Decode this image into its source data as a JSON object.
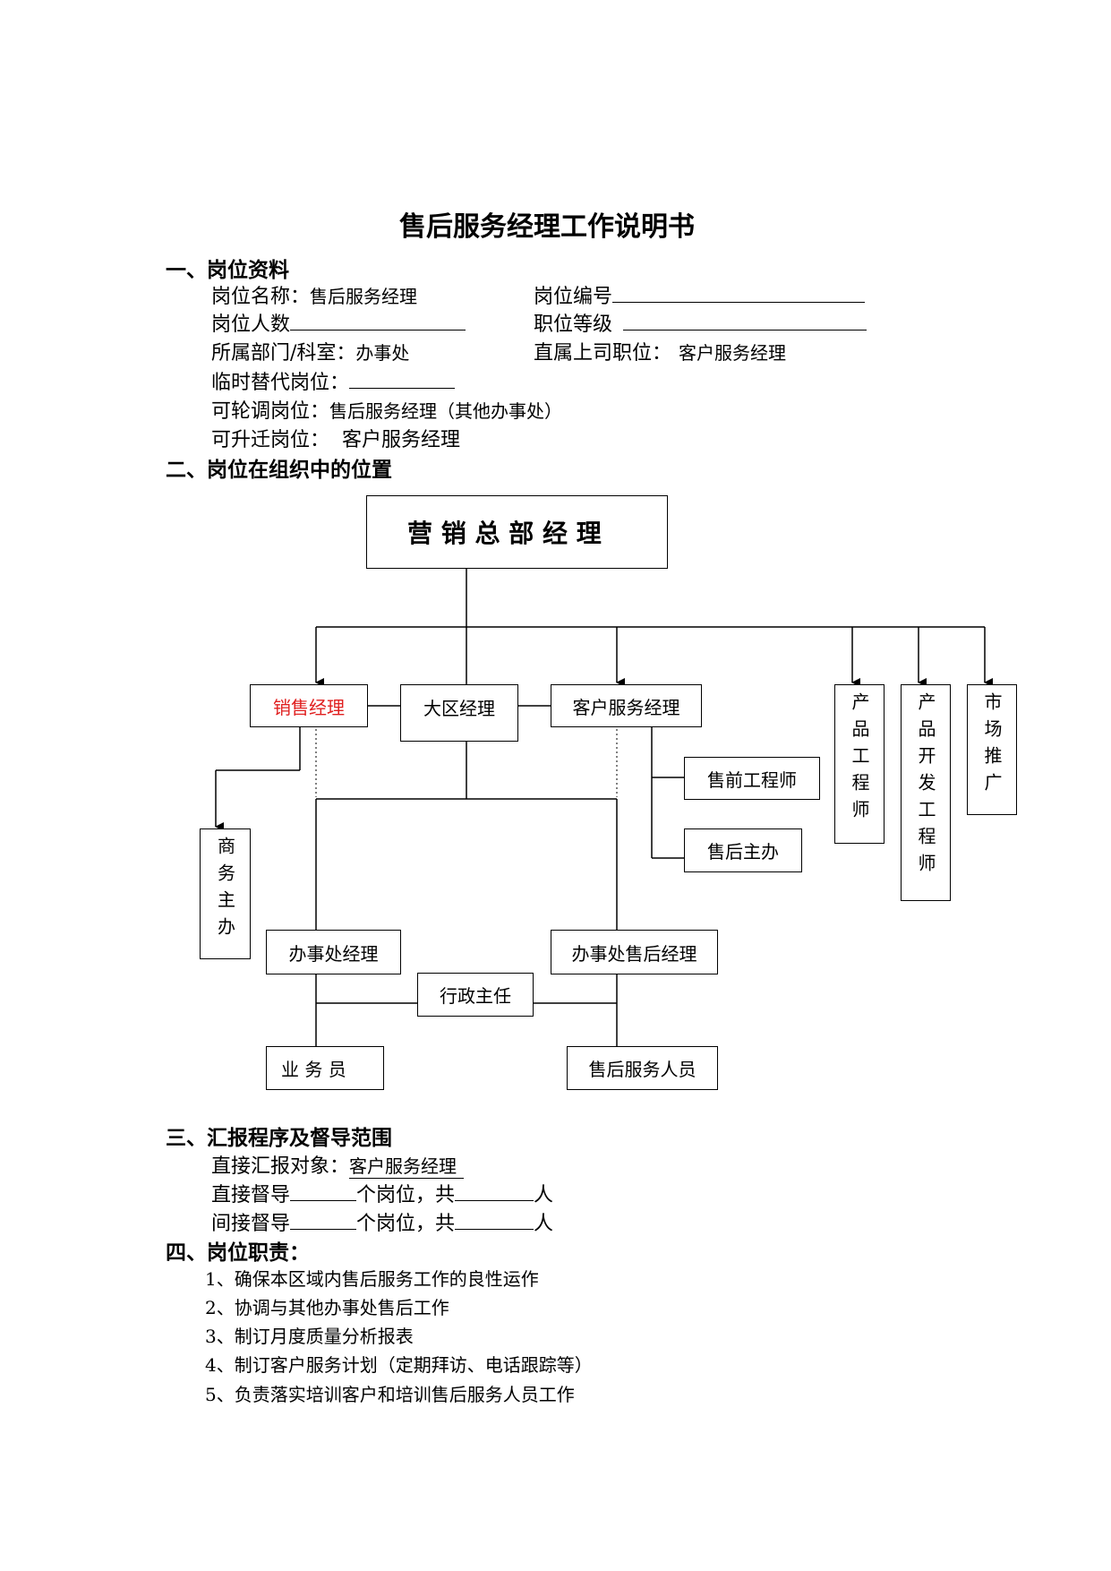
{
  "title": "售后服务经理工作说明书",
  "section1": {
    "heading": "一、岗位资料",
    "position_name_label": "岗位名称：",
    "position_name_value": "售后服务经理",
    "position_code_label": "岗位编号",
    "headcount_label": "岗位人数",
    "grade_label": "职位等级",
    "department_label": "所属部门/科室：",
    "department_value": "办事处",
    "supervisor_label": "直属上司职位：",
    "supervisor_value": "客户服务经理",
    "substitute_label": "临时替代岗位：",
    "rotation_label": "可轮调岗位：",
    "rotation_value": "售后服务经理（其他办事处）",
    "promotion_label": "可升迁岗位：",
    "promotion_value": "客户服务经理"
  },
  "section2": {
    "heading": "二、岗位在组织中的位置",
    "org": {
      "top": "营 销 总 部 经 理",
      "sales_mgr": "销售经理",
      "region_mgr": "大区经理",
      "cs_mgr": "客户服务经理",
      "product_eng": "产品工程师",
      "product_dev_eng": "产品开发工程师",
      "marketing": "市场推广",
      "presales_eng": "售前工程师",
      "aftersales_lead": "售后主办",
      "biz_lead": "商务主办",
      "office_mgr": "办事处经理",
      "office_as_mgr": "办事处售后经理",
      "admin_dir": "行政主任",
      "salesman": "业 务 员",
      "as_staff": "售后服务人员"
    },
    "colors": {
      "highlight": "#e02020"
    }
  },
  "section3": {
    "heading": "三、汇报程序及督导范围",
    "report_label": "直接汇报对象：",
    "report_value": "客户服务经理",
    "direct_label": "直接督导",
    "indirect_label": "间接督导",
    "positions_text": "个岗位，共",
    "people_text": "人"
  },
  "section4": {
    "heading": "四、岗位职责：",
    "duties": [
      "1、确保本区域内售后服务工作的良性运作",
      "2、协调与其他办事处售后工作",
      "3、制订月度质量分析报表",
      "4、制订客户服务计划（定期拜访、电话跟踪等）",
      "5、负责落实培训客户和培训售后服务人员工作"
    ]
  }
}
